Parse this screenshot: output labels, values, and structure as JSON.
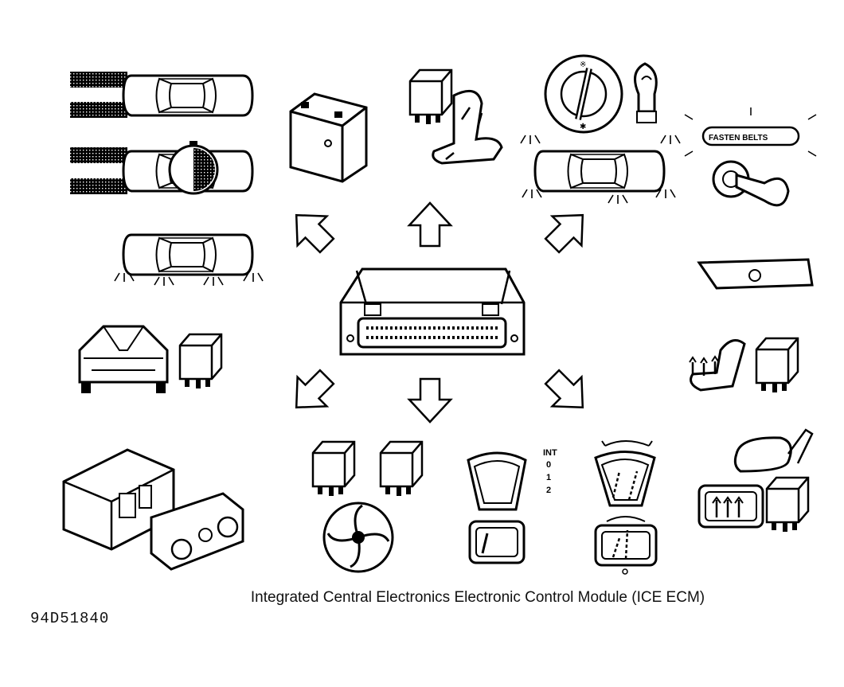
{
  "caption": "Integrated Central Electronics Electronic Control Module (ICE ECM)",
  "figure_id": "94D51840",
  "labels": {
    "fasten_belts": "FASTEN BELTS",
    "wiper_int": "INT",
    "wiper_0": "0",
    "wiper_1": "1",
    "wiper_2": "2"
  },
  "colors": {
    "ink": "#000000",
    "paper": "#ffffff"
  }
}
